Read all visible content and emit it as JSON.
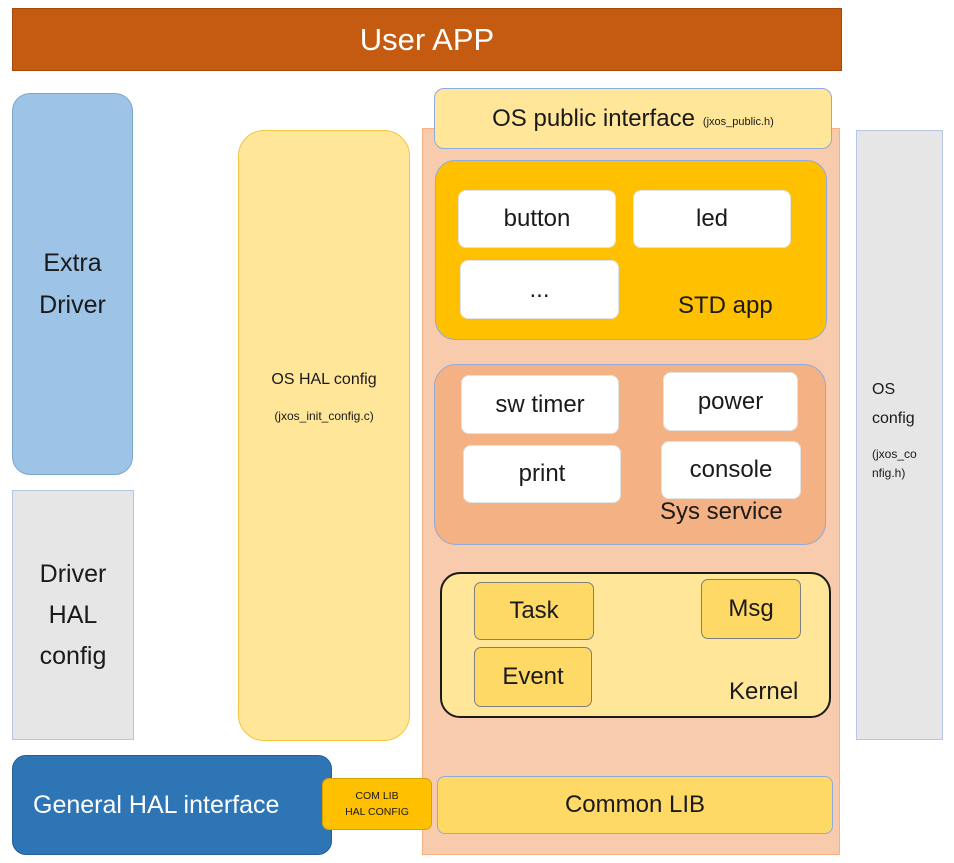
{
  "user_app": "User APP",
  "extra_driver": [
    "Extra",
    "Driver"
  ],
  "driver_hal_config": [
    "Driver",
    "HAL",
    "config"
  ],
  "general_hal_interface": "General HAL interface",
  "com_lib_hal_config": [
    "COM LIB",
    "HAL CONFIG"
  ],
  "os_hal_config": {
    "title": "OS HAL config",
    "file": "(jxos_init_config.c)"
  },
  "os_public_interface": {
    "title": "OS public interface",
    "file": "(jxos_public.h)"
  },
  "std_app": {
    "label": "STD app",
    "items": [
      "button",
      "led",
      "..."
    ]
  },
  "sys_service": {
    "label": "Sys service",
    "items": [
      "sw timer",
      "power",
      "print",
      "console"
    ]
  },
  "kernel": {
    "label": "Kernel",
    "items": [
      "Task",
      "Msg",
      "Event"
    ]
  },
  "common_lib": "Common LIB",
  "os_config": {
    "title": [
      "OS",
      "config"
    ],
    "file": [
      "(jxos_co",
      "nfig.h)"
    ]
  },
  "colors": {
    "user_app": "#c55a11",
    "extra_driver": "#9dc3e6",
    "general_hal": "#2e75b6",
    "os_body": "#f8cbad",
    "std_app": "#ffc000",
    "sys_service": "#f4b183",
    "kernel": "#ffe699",
    "config_gray": "#e7e6e6"
  }
}
